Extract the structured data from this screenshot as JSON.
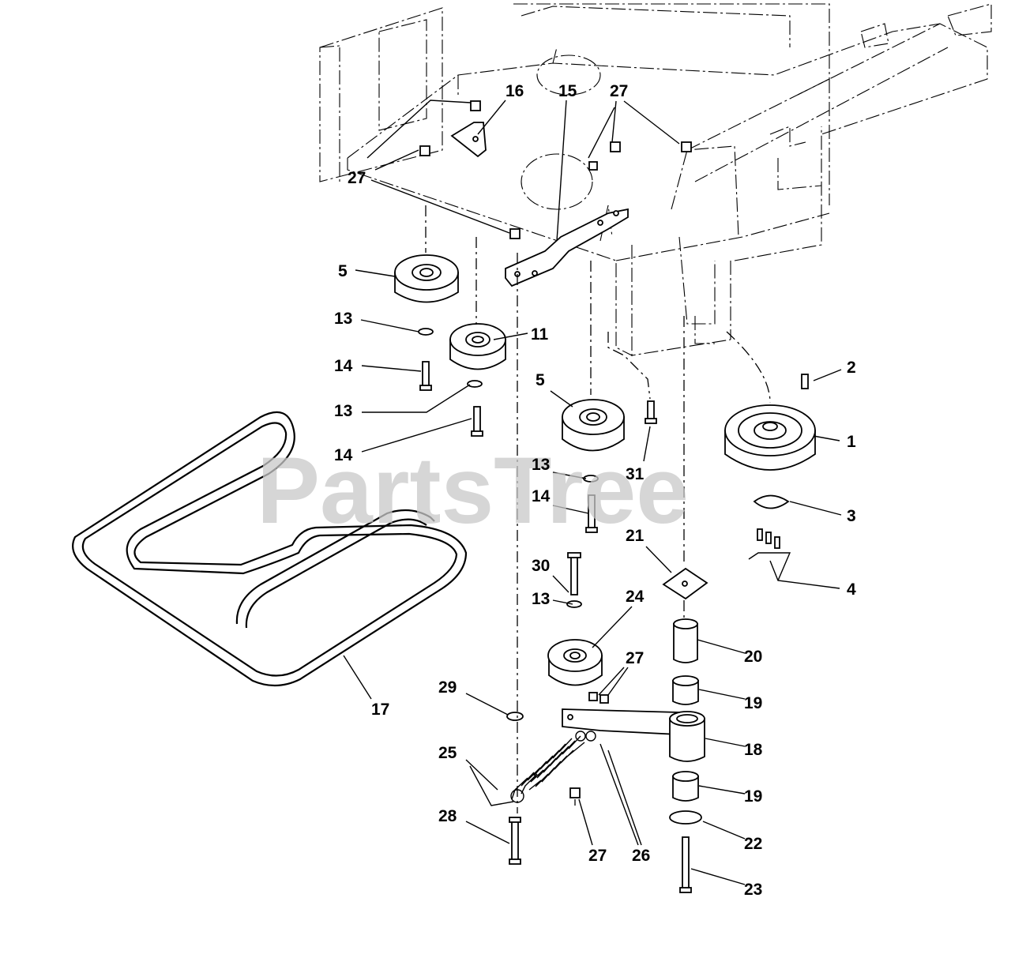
{
  "watermark": "PartsTree",
  "callouts": [
    {
      "id": "c16a",
      "text": "16"
    },
    {
      "id": "c15",
      "text": "15"
    },
    {
      "id": "c27a",
      "text": "27"
    },
    {
      "id": "c27b",
      "text": "27"
    },
    {
      "id": "c5a",
      "text": "5"
    },
    {
      "id": "c13a",
      "text": "13"
    },
    {
      "id": "c11",
      "text": "11"
    },
    {
      "id": "c14a",
      "text": "14"
    },
    {
      "id": "c13b",
      "text": "13"
    },
    {
      "id": "c14b",
      "text": "14"
    },
    {
      "id": "c5b",
      "text": "5"
    },
    {
      "id": "c2",
      "text": "2"
    },
    {
      "id": "c1",
      "text": "1"
    },
    {
      "id": "c31",
      "text": "31"
    },
    {
      "id": "c13c",
      "text": "13"
    },
    {
      "id": "c14c",
      "text": "14"
    },
    {
      "id": "c3",
      "text": "3"
    },
    {
      "id": "c21",
      "text": "21"
    },
    {
      "id": "c4",
      "text": "4"
    },
    {
      "id": "c30",
      "text": "30"
    },
    {
      "id": "c13d",
      "text": "13"
    },
    {
      "id": "c24",
      "text": "24"
    },
    {
      "id": "c20",
      "text": "20"
    },
    {
      "id": "c27c",
      "text": "27"
    },
    {
      "id": "c17",
      "text": "17"
    },
    {
      "id": "c29",
      "text": "29"
    },
    {
      "id": "c19a",
      "text": "19"
    },
    {
      "id": "c25",
      "text": "25"
    },
    {
      "id": "c18",
      "text": "18"
    },
    {
      "id": "c28",
      "text": "28"
    },
    {
      "id": "c19b",
      "text": "19"
    },
    {
      "id": "c22",
      "text": "22"
    },
    {
      "id": "c27d",
      "text": "27"
    },
    {
      "id": "c26",
      "text": "26"
    },
    {
      "id": "c23",
      "text": "23"
    }
  ]
}
